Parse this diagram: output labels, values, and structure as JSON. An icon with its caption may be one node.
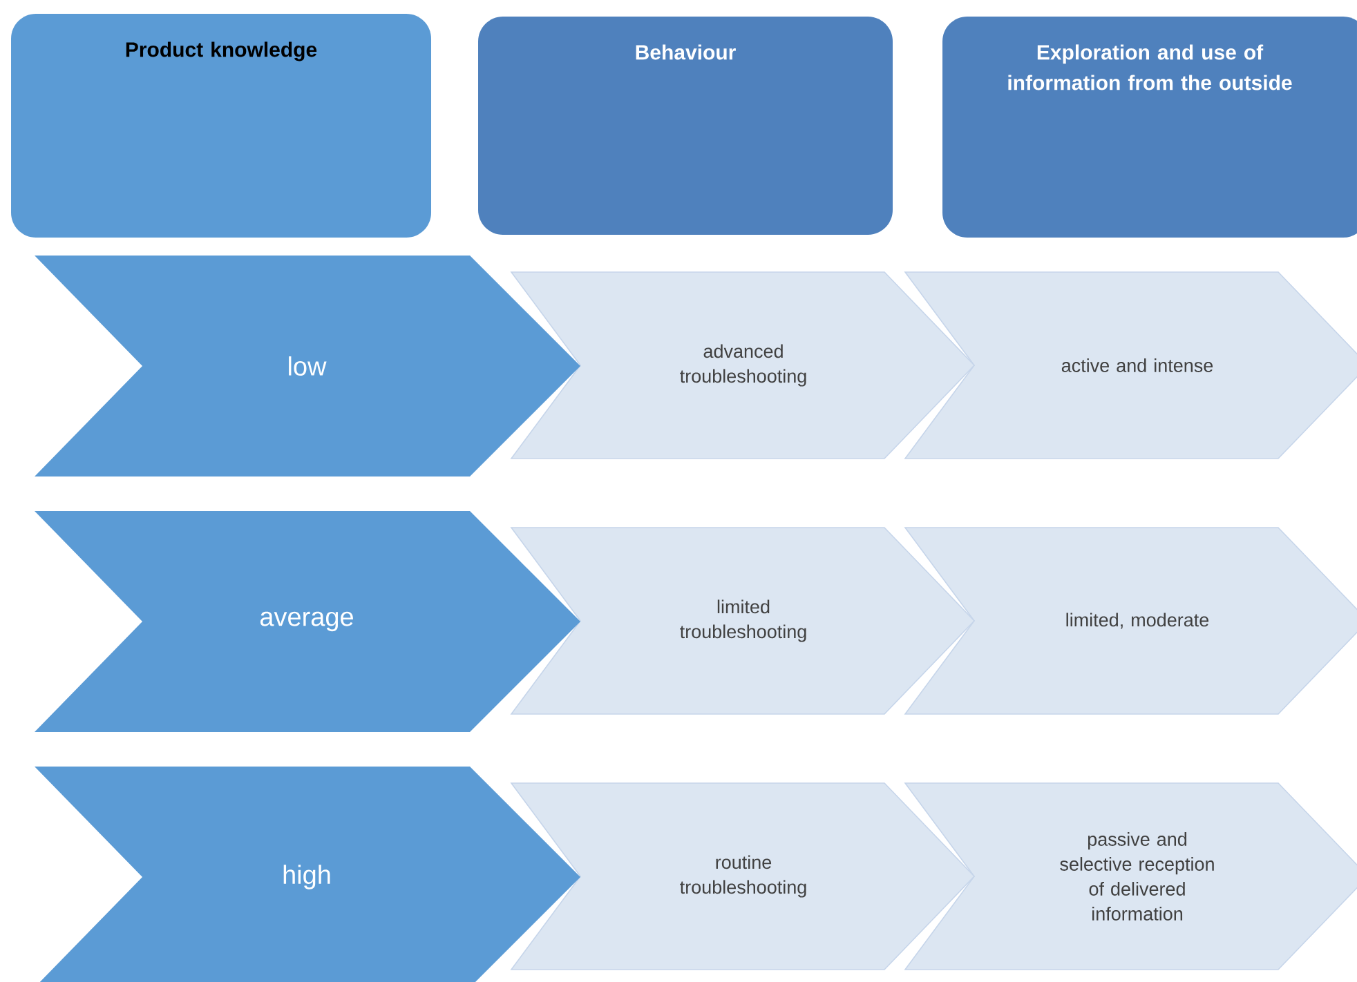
{
  "diagram": {
    "nodes": [
      {
        "text": [
          "Product knowledge"
        ]
      },
      {
        "text": [
          "Behaviour"
        ]
      },
      {
        "text": [
          "Exploration and use of information from the outside"
        ]
      },
      {
        "text": [
          "low"
        ]
      },
      {
        "text": [
          "advanced troubleshooting"
        ]
      },
      {
        "text": [
          "active and intense"
        ]
      },
      {
        "text": [
          "average"
        ]
      },
      {
        "text": [
          "limited troubleshooting"
        ]
      },
      {
        "text": [
          "limited, moderate"
        ]
      },
      {
        "text": [
          "high"
        ]
      },
      {
        "text": [
          "routine troubleshooting"
        ]
      },
      {
        "text": [
          "passive and selective reception of delivered information"
        ]
      }
    ],
    "edges": []
  }
}
